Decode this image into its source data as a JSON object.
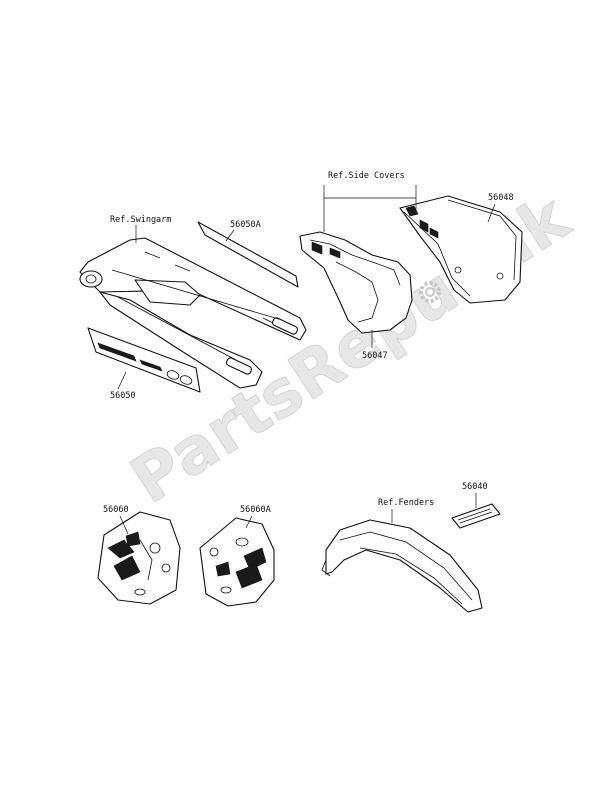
{
  "watermark": {
    "text": "PartsRepublik",
    "color": "#cccccc"
  },
  "labels": {
    "ref_swingarm": "Ref.Swingarm",
    "p56050A": "56050A",
    "p56050": "56050",
    "ref_side_covers": "Ref.Side Covers",
    "p56048": "56048",
    "p56047": "56047",
    "p56060": "56060",
    "p56060A": "56060A",
    "ref_fenders": "Ref.Fenders",
    "p56040": "56040"
  },
  "icons": [
    "gear-icon"
  ]
}
